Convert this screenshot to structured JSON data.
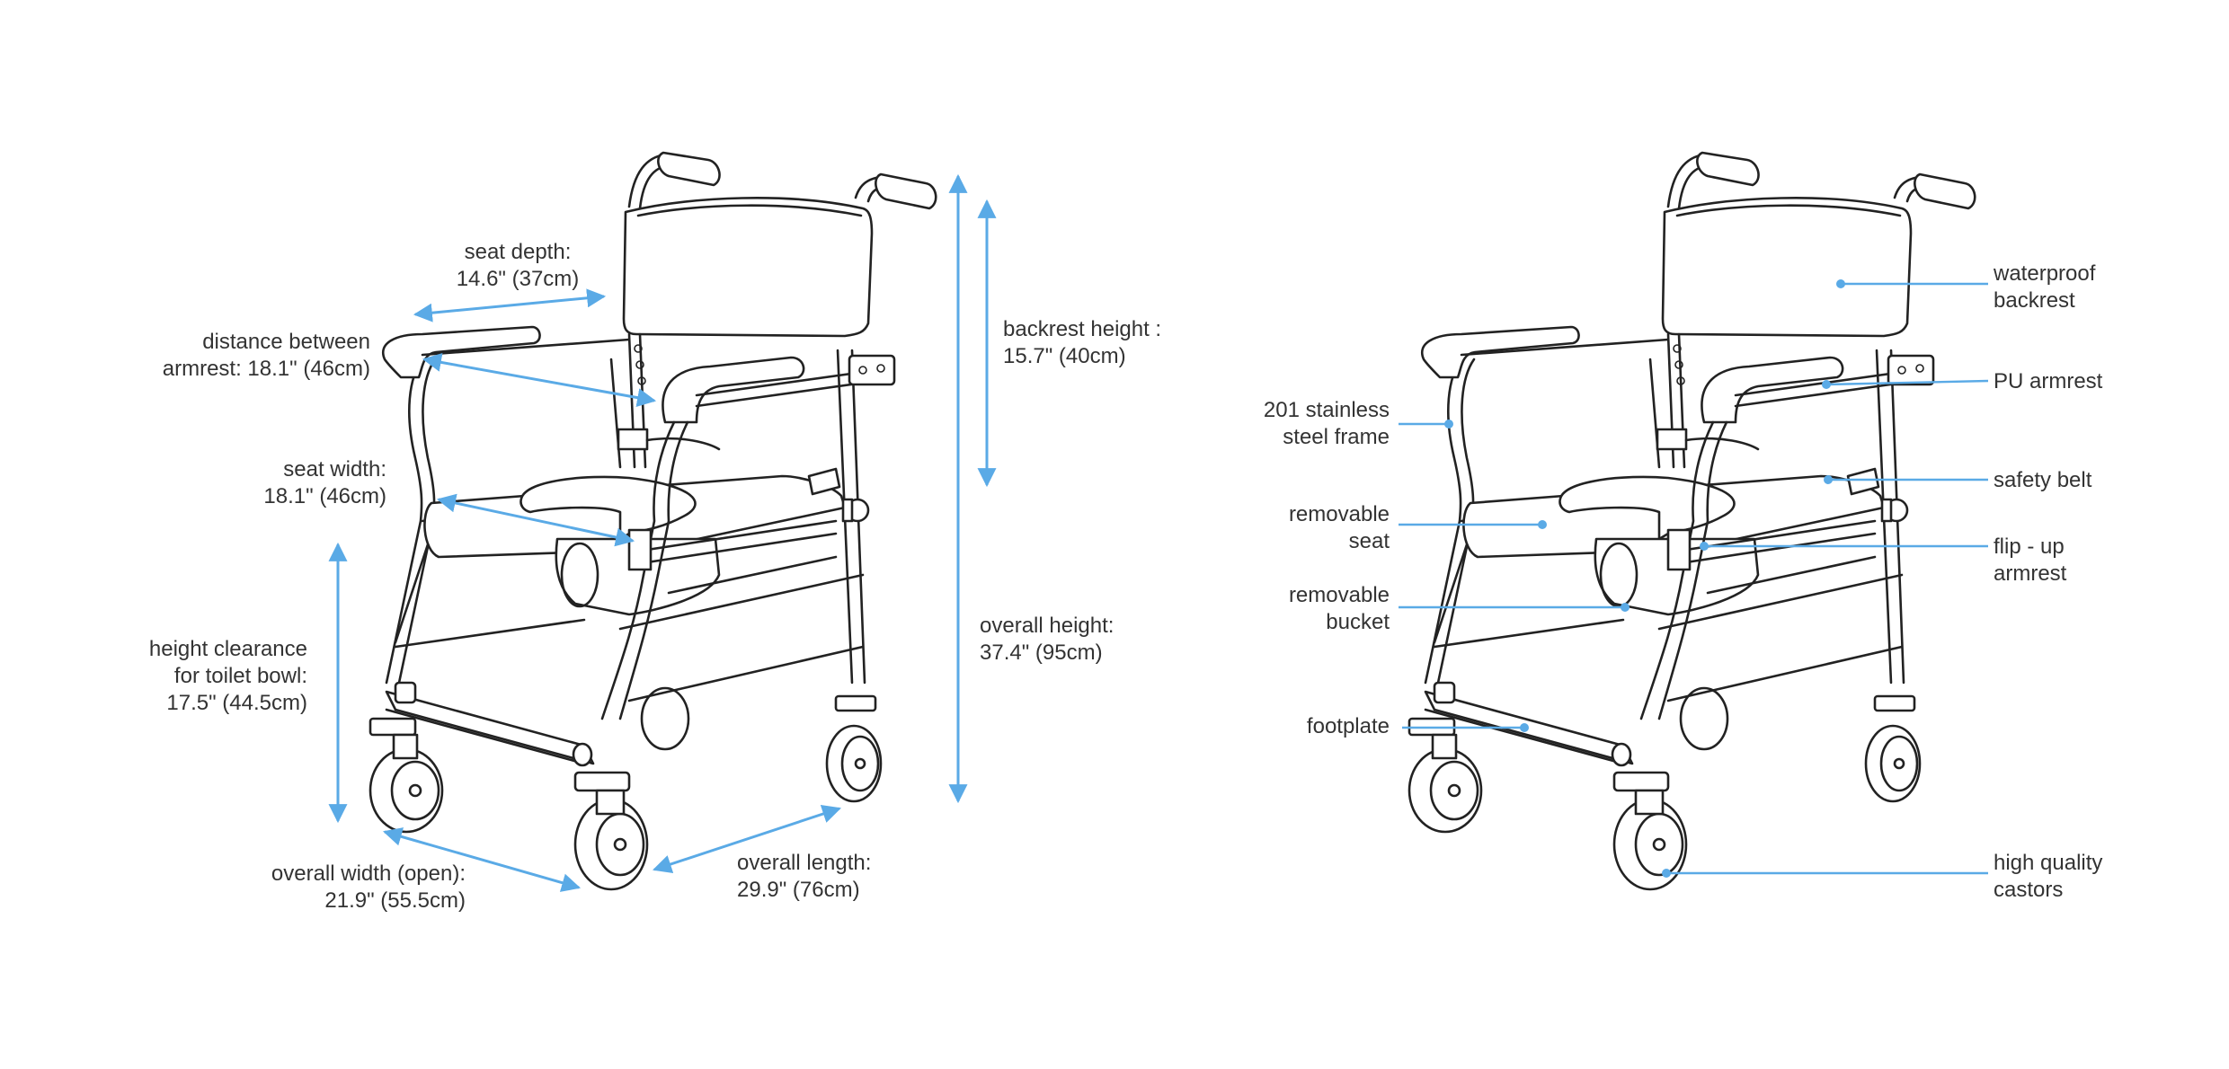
{
  "colors": {
    "accent": "#5aaae6",
    "ink": "#222222",
    "text": "#333333",
    "background": "#ffffff"
  },
  "dimensions": {
    "seat_depth": [
      "seat depth:",
      "14.6\" (37cm)"
    ],
    "armrest_distance": [
      "distance between",
      "armrest: 18.1\" (46cm)"
    ],
    "seat_width": [
      "seat width:",
      "18.1\" (46cm)"
    ],
    "height_clearance": [
      "height clearance",
      "for toilet bowl:",
      "17.5\" (44.5cm)"
    ],
    "overall_width": [
      "overall width (open):",
      "21.9\" (55.5cm)"
    ],
    "overall_length": [
      "overall length:",
      "29.9\" (76cm)"
    ],
    "backrest_height": [
      "backrest height :",
      "15.7\" (40cm)"
    ],
    "overall_height": [
      "overall height:",
      "37.4\" (95cm)"
    ]
  },
  "features": {
    "frame": [
      "201 stainless",
      "steel frame"
    ],
    "seat": [
      "removable",
      "seat"
    ],
    "bucket": [
      "removable",
      "bucket"
    ],
    "footplate": [
      "footplate"
    ],
    "backrest": [
      "waterproof",
      "backrest"
    ],
    "armrest": [
      "PU armrest"
    ],
    "safety_belt": [
      "safety belt"
    ],
    "flip_armrest": [
      "flip - up",
      "armrest"
    ],
    "castors": [
      "high quality",
      "castors"
    ]
  }
}
